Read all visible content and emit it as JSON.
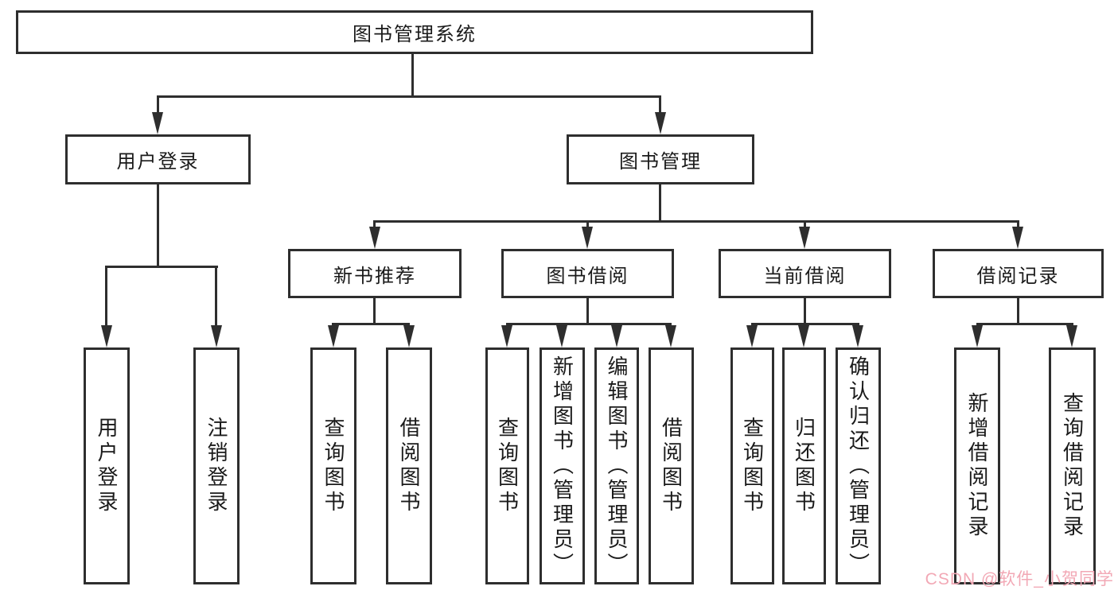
{
  "diagram": {
    "type": "hierarchy-tree",
    "title": "图书管理系统",
    "nodes": {
      "root": "图书管理系统",
      "user_login_group": "用户登录",
      "book_management": "图书管理",
      "user_login": "用户登录",
      "logout": "注销登录",
      "new_book_rec": "新书推荐",
      "book_borrowing": "图书借阅",
      "current_borrowing": "当前借阅",
      "borrowing_records": "借阅记录",
      "nb_query_books": "查询图书",
      "nb_borrow_books": "借阅图书",
      "bb_query_books": "查询图书",
      "bb_add_books": "新增图书（管理员）",
      "bb_edit_books": "编辑图书（管理员）",
      "bb_borrow_books": "借阅图书",
      "cb_query_books": "查询图书",
      "cb_return_books": "归还图书",
      "cb_confirm_return": "确认归还（管理员）",
      "br_add_record": "新增借阅记录",
      "br_query_record": "查询借阅记录"
    },
    "edges": [
      [
        "root",
        "user_login_group"
      ],
      [
        "root",
        "book_management"
      ],
      [
        "user_login_group",
        "user_login"
      ],
      [
        "user_login_group",
        "logout"
      ],
      [
        "book_management",
        "new_book_rec"
      ],
      [
        "book_management",
        "book_borrowing"
      ],
      [
        "book_management",
        "current_borrowing"
      ],
      [
        "book_management",
        "borrowing_records"
      ],
      [
        "new_book_rec",
        "nb_query_books"
      ],
      [
        "new_book_rec",
        "nb_borrow_books"
      ],
      [
        "book_borrowing",
        "bb_query_books"
      ],
      [
        "book_borrowing",
        "bb_add_books"
      ],
      [
        "book_borrowing",
        "bb_edit_books"
      ],
      [
        "book_borrowing",
        "bb_borrow_books"
      ],
      [
        "current_borrowing",
        "cb_query_books"
      ],
      [
        "current_borrowing",
        "cb_return_books"
      ],
      [
        "current_borrowing",
        "cb_confirm_return"
      ],
      [
        "borrowing_records",
        "br_add_record"
      ],
      [
        "borrowing_records",
        "br_query_record"
      ]
    ]
  },
  "watermark": {
    "text": "CSDN @软件_小贺同学",
    "color": "#f2a8b5"
  },
  "colors": {
    "line": "#2e2e2e",
    "text": "#1a1a1a",
    "background": "#ffffff"
  }
}
